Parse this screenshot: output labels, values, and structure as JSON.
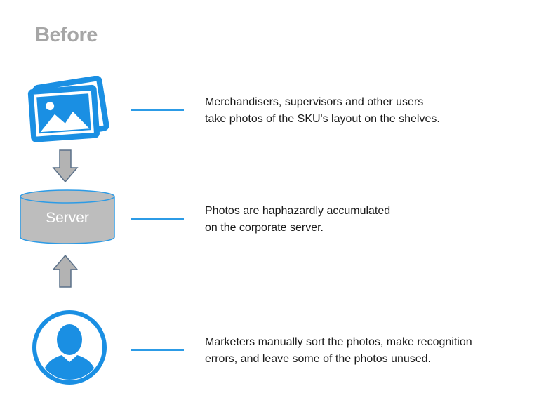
{
  "title": "Before",
  "colors": {
    "accent_blue": "#1a8fe3",
    "connector_blue": "#2c9be6",
    "arrow_fill": "#b3b3b3",
    "arrow_stroke": "#5a7089",
    "server_fill": "#bdbdbd",
    "server_stroke": "#2c9be6",
    "title_gray": "#a6a6a6"
  },
  "steps": [
    {
      "icon": "photos-icon",
      "lines": [
        "Merchandisers, supervisors and other users",
        "take photos of the SKU's layout on the shelves."
      ]
    },
    {
      "icon": "server-cylinder",
      "label": "Server",
      "lines": [
        "Photos are haphazardly accumulated",
        "on the corporate server."
      ]
    },
    {
      "icon": "user-icon",
      "lines": [
        "Marketers manually sort the photos, make recognition",
        "errors, and leave some of the photos unused."
      ]
    }
  ]
}
